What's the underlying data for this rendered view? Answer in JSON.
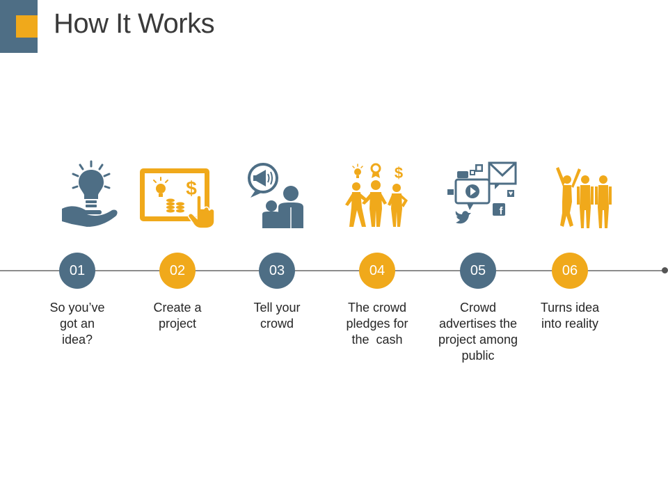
{
  "title": "How It Works",
  "colors": {
    "blue": "#4e6e85",
    "gold": "#f0a91b",
    "line": "#8c8c8c",
    "text": "#262626"
  },
  "steps": [
    {
      "number": "01",
      "color": "blue",
      "icon": "lightbulb-hand-icon",
      "lines": [
        "So you’ve",
        "got an",
        "idea?"
      ]
    },
    {
      "number": "02",
      "color": "gold",
      "icon": "project-board-icon",
      "lines": [
        "Create a",
        "project"
      ]
    },
    {
      "number": "03",
      "color": "blue",
      "icon": "megaphone-people-icon",
      "lines": [
        "Tell your",
        "crowd"
      ]
    },
    {
      "number": "04",
      "color": "gold",
      "icon": "crowd-pledge-icon",
      "lines": [
        "The crowd",
        "pledges for",
        "the  cash"
      ]
    },
    {
      "number": "05",
      "color": "blue",
      "icon": "social-media-icon",
      "lines": [
        "Crowd",
        "advertises the",
        "project among",
        "public"
      ]
    },
    {
      "number": "06",
      "color": "gold",
      "icon": "celebrating-people-icon",
      "lines": [
        "Turns idea",
        "into reality"
      ]
    }
  ]
}
